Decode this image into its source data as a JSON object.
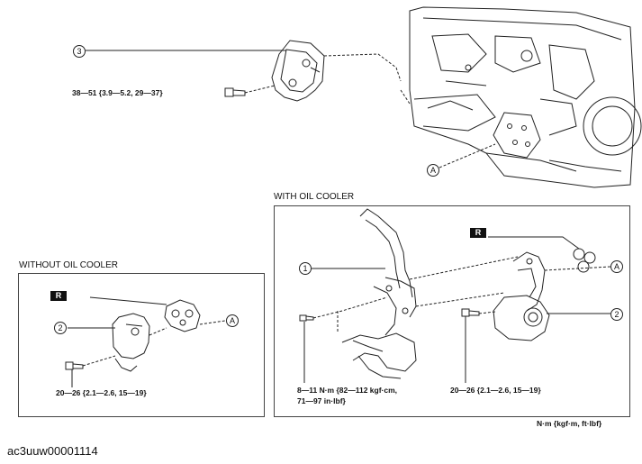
{
  "callouts": {
    "part3": "3",
    "part2_left": "2",
    "part1": "1",
    "part2_right": "2",
    "ref_a_top": "A",
    "ref_a_left": "A",
    "ref_a_right": "A"
  },
  "badges": {
    "replace_left": "R",
    "replace_right": "R"
  },
  "torque": {
    "top_bolt": "38—51 {3.9—5.2, 29—37}",
    "left_bolt": "20—26 {2.1—2.6, 15—19}",
    "right_small_line1": "8—11 N·m {82—112 kgf·cm,",
    "right_small_line2": "71—97 in·lbf}",
    "right_bolt": "20—26 {2.1—2.6, 15—19}",
    "units": "N·m {kgf·m, ft·lbf}"
  },
  "sections": {
    "with_cooler": "WITH OIL COOLER",
    "without_cooler": "WITHOUT OIL COOLER"
  },
  "image_code": "ac3uuw00001114"
}
